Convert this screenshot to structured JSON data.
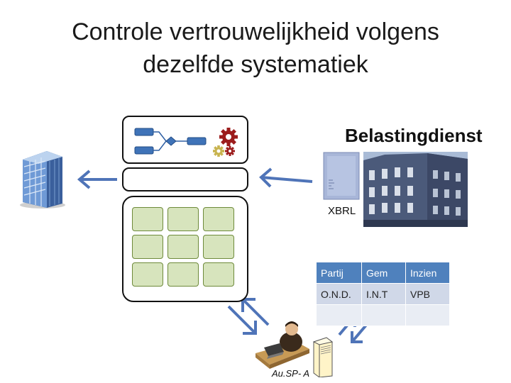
{
  "title": {
    "line1": "Controle vertrouwelijkheid volgens",
    "line2": "dezelfde systematiek"
  },
  "labels": {
    "belastingdienst": "Belastingdienst",
    "xbrl": "XBRL",
    "ausp": "Au.SP- A"
  },
  "table": {
    "headers": [
      "Partij",
      "Gem",
      "Inzien"
    ],
    "rows": [
      [
        "O.N.D.",
        "I.N.T",
        "VPB"
      ],
      [
        "",
        "",
        ""
      ]
    ]
  },
  "icons": [
    "office-building-icon",
    "gear-icon",
    "flowchart-icon",
    "tax-office-photo",
    "document-icon",
    "person-at-desk-icon",
    "server-icon",
    "arrow-icon"
  ],
  "colors": {
    "arrow": "#4f74b8",
    "table_header": "#4f81bd",
    "cell_fill": "#d7e4bd"
  }
}
